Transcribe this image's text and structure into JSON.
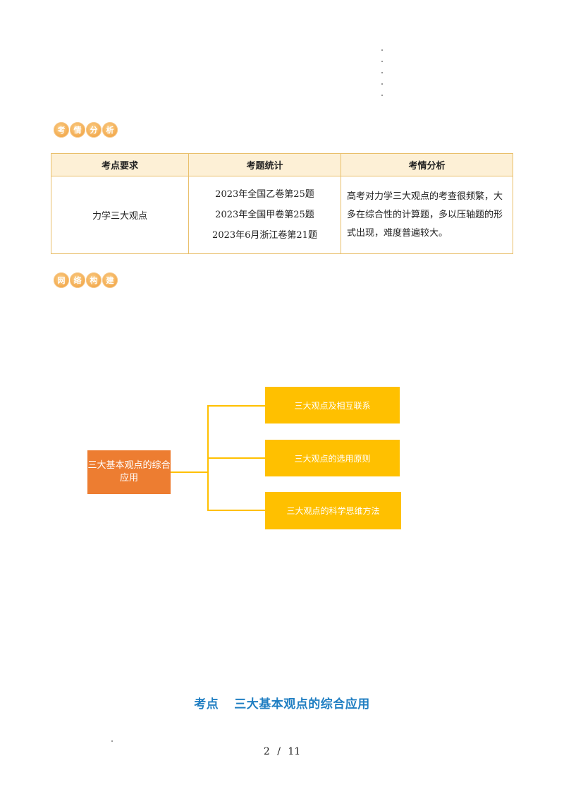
{
  "badges": {
    "analysis": [
      "考",
      "情",
      "分",
      "析"
    ],
    "network": [
      "网",
      "络",
      "构",
      "建"
    ]
  },
  "table": {
    "headers": [
      "考点要求",
      "考题统计",
      "考情分析"
    ],
    "row": {
      "topic": "力学三大观点",
      "stats": [
        "2023年全国乙卷第25题",
        "2023年全国甲卷第25题",
        "2023年6月浙江卷第21题"
      ],
      "analysis": "高考对力学三大观点的考查很频繁，大多在综合性的计算题，多以压轴题的形式出现，难度普遍较大。"
    }
  },
  "mindmap": {
    "root": "三大基本观点的综合应用",
    "children": [
      "三大观点及相互联系",
      "三大观点的选用原则",
      "三大观点的科学思维方法"
    ],
    "colors": {
      "root": "#ed7d31",
      "leaf": "#ffc000",
      "line": "#ffc000"
    }
  },
  "section": {
    "prefix": "考点",
    "title": "三大基本观点的综合应用"
  },
  "page": {
    "current": "2",
    "separator": "/",
    "total": "11"
  }
}
